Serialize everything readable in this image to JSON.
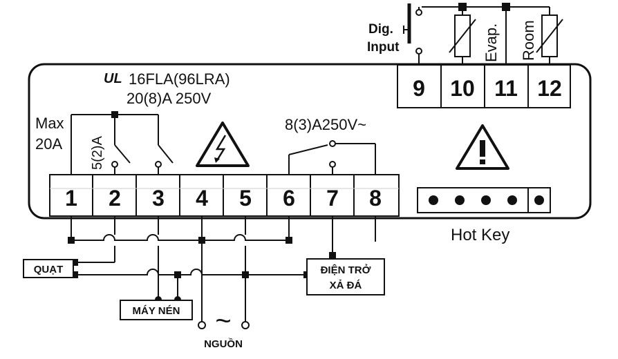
{
  "terminals": {
    "t1": "1",
    "t2": "2",
    "t3": "3",
    "t4": "4",
    "t5": "5",
    "t6": "6",
    "t7": "7",
    "t8": "8",
    "t9": "9",
    "t10": "10",
    "t11": "11",
    "t12": "12"
  },
  "ratings": {
    "ul_logo": "UL",
    "relay_rating_line1": "16FLA(96LRA)",
    "relay_rating_line2": "20(8)A 250V",
    "max_line1": "Max",
    "max_line2": "20A",
    "fan_rating": "5(2)A",
    "defrost_rating": "8(3)A250V~"
  },
  "sensors": {
    "dig_line1": "Dig.",
    "dig_line2": "Input",
    "evap": "Evap.",
    "room": "Room"
  },
  "hotkey": {
    "label": "Hot Key"
  },
  "loads": {
    "fan": "QUẠT",
    "compressor": "MÁY NÉN",
    "defrost_line1": "ĐIỆN TRỞ",
    "defrost_line2": "XẢ ĐÁ",
    "power": "NGUỒN",
    "ac_symbol": "~"
  },
  "icons": [
    "high-voltage-warning-icon",
    "caution-warning-icon",
    "ul-certification-icon"
  ]
}
